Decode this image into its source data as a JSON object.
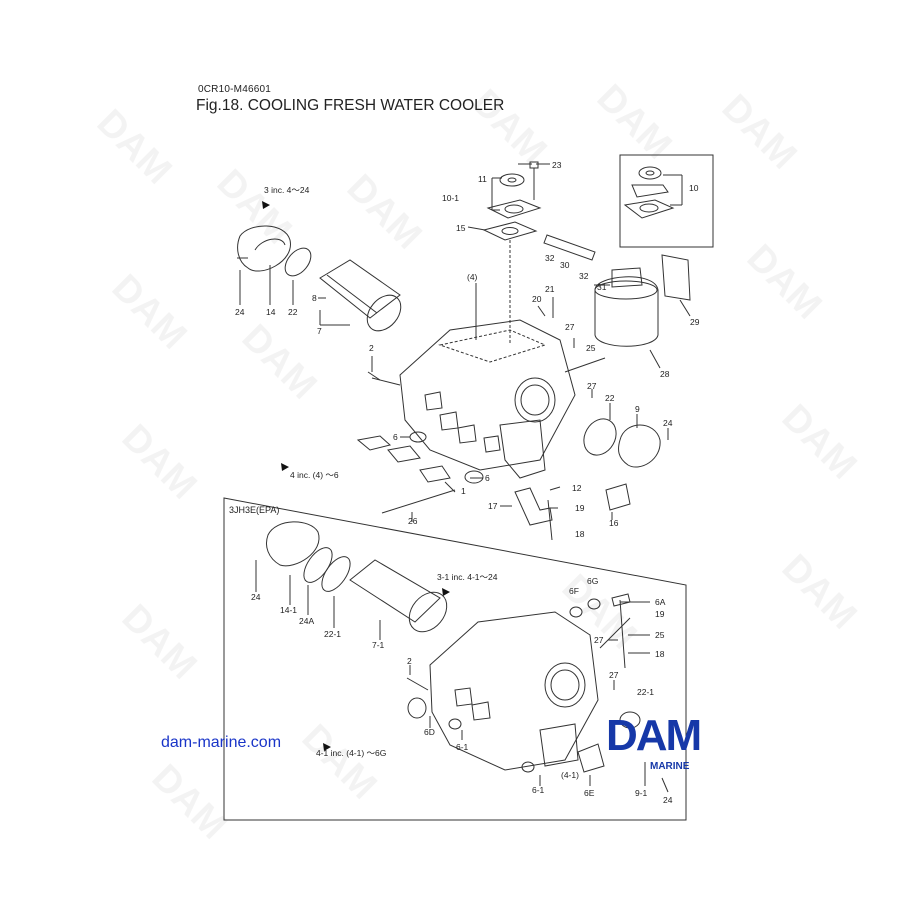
{
  "header": {
    "doc_code": "0CR10-M46601",
    "title": "Fig.18.  COOLING FRESH WATER COOLER"
  },
  "inset": {
    "label": "3JH3E(EPA)"
  },
  "footer": {
    "site": "dam-marine.com"
  },
  "logo": {
    "big": "DAM",
    "small": "MARINE",
    "color": "#1638a8"
  },
  "watermark": "DAM",
  "callouts": {
    "c23": "23",
    "c11": "11",
    "c10_1": "10-1",
    "c15": "15",
    "c10": "10",
    "c32a": "32",
    "c30": "30",
    "c32b": "32",
    "c31": "31",
    "c29": "29",
    "c28": "28",
    "c3": "3 inc. 4～24",
    "c24a": "24",
    "c14": "14",
    "c22a": "22",
    "c8": "8",
    "c7": "7",
    "c4p": "(4)",
    "c20": "20",
    "c21": "21",
    "c27a": "27",
    "c25a": "25",
    "c2a": "2",
    "c27b": "27",
    "c22b": "22",
    "c9": "9",
    "c24b": "24",
    "c6a": "6",
    "c4inc": "4 inc. (4) ～6",
    "c6b": "6",
    "c1": "1",
    "c12": "12",
    "c17": "17",
    "c19a": "19",
    "c16": "16",
    "c26": "26",
    "c18a": "18",
    "c24c": "24",
    "c14_1": "14-1",
    "c24A": "24A",
    "c22_1a": "22-1",
    "c3_1": "3-1  inc. 4-1～24",
    "c7_1": "7-1",
    "c6F": "6F",
    "c6G": "6G",
    "c6A": "6A",
    "c19b": "19",
    "c27c": "27",
    "c25b": "25",
    "c18b": "18",
    "c2b": "2",
    "c27d": "27",
    "c22_1b": "22-1",
    "c6D": "6D",
    "c6_1a": "6-1",
    "c4_1inc": "4-1  inc. (4-1) ～6G",
    "c4_1p": "(4-1)",
    "c6_1b": "6-1",
    "c6E": "6E",
    "c9_1": "9-1",
    "c24d": "24"
  }
}
